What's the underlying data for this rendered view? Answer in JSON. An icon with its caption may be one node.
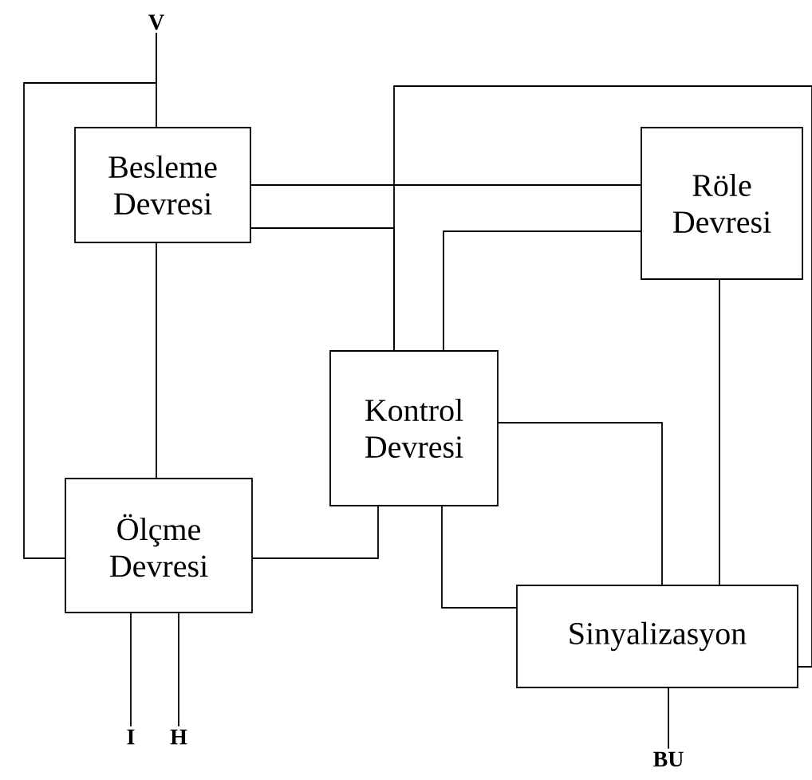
{
  "diagram": {
    "nodes": [
      {
        "text": [
          "V"
        ]
      },
      {
        "text": [
          "Besleme Devresi"
        ]
      },
      {
        "text": [
          "Röle Devresi"
        ]
      },
      {
        "text": [
          "Kontrol Devresi"
        ]
      },
      {
        "text": [
          "Ölçme Devresi"
        ]
      },
      {
        "text": [
          "Sinyalizasyon"
        ]
      },
      {
        "text": [
          "I"
        ]
      },
      {
        "text": [
          "H"
        ]
      },
      {
        "text": [
          "BU"
        ]
      }
    ],
    "edges": [
      {
        "from": 0,
        "to": 1,
        "arrow": "none"
      },
      {
        "from": 0,
        "to": 4,
        "arrow": "none"
      },
      {
        "from": 1,
        "to": 4,
        "arrow": "none"
      },
      {
        "from": 1,
        "to": 2,
        "arrow": "none"
      },
      {
        "from": 1,
        "to": 3,
        "arrow": "none"
      },
      {
        "from": 3,
        "to": 5,
        "arrow": "none"
      },
      {
        "from": 3,
        "to": 2,
        "arrow": "none"
      },
      {
        "from": 2,
        "to": 5,
        "arrow": "none"
      },
      {
        "from": 3,
        "to": 5,
        "arrow": "none"
      },
      {
        "from": 3,
        "to": 5,
        "arrow": "none"
      },
      {
        "from": 4,
        "to": 3,
        "arrow": "none"
      },
      {
        "from": 6,
        "to": 4,
        "arrow": "none"
      },
      {
        "from": 7,
        "to": 4,
        "arrow": "none"
      },
      {
        "from": 8,
        "to": 5,
        "arrow": "none"
      }
    ]
  }
}
